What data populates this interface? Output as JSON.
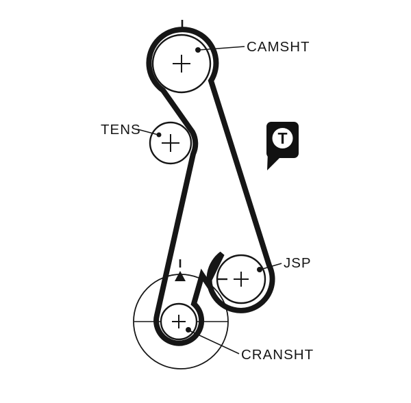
{
  "diagram": {
    "labels": {
      "camshaft": "CAMSHT",
      "tensioner": "TENS",
      "jsp": "JSP",
      "crankshaft": "CRANSHT"
    },
    "tool_badge": {
      "letter": "T"
    },
    "marks": {
      "camshaft_center": "+",
      "camshaft_timing_tick": "|",
      "tensioner_center": "+",
      "jsp_center": "+",
      "jsp_minus": "−",
      "crankshaft_center": "+",
      "crankshaft_timing_triangle": "▲",
      "crankshaft_timing_tick": "|"
    },
    "colors": {
      "ink": "#161616",
      "background": "#ffffff"
    }
  }
}
